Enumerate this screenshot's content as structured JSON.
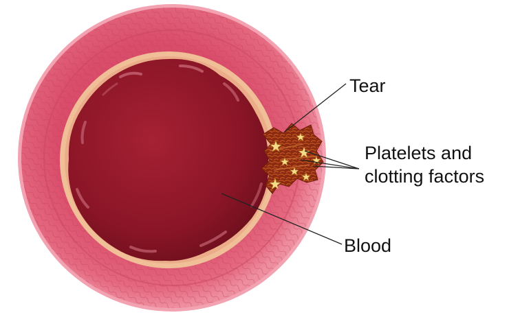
{
  "labels": {
    "tear": "Tear",
    "platelets_line1": "Platelets and",
    "platelets_line2": "clotting factors",
    "blood": "Blood"
  },
  "colors": {
    "outer_wall": "#e4687f",
    "outer_wall_dark": "#c9465f",
    "outer_edge": "#f2a2b0",
    "inner_wall": "#d94c6a",
    "lining": "#f0bf98",
    "blood": "#8a1526",
    "blood_light": "#a52133",
    "blood_highlight": "#c56473",
    "clot": "#8b2a12",
    "clot_light": "#c0561e",
    "platelet": "#f5dc8a"
  },
  "icons": {
    "platelet": "star-icon"
  }
}
